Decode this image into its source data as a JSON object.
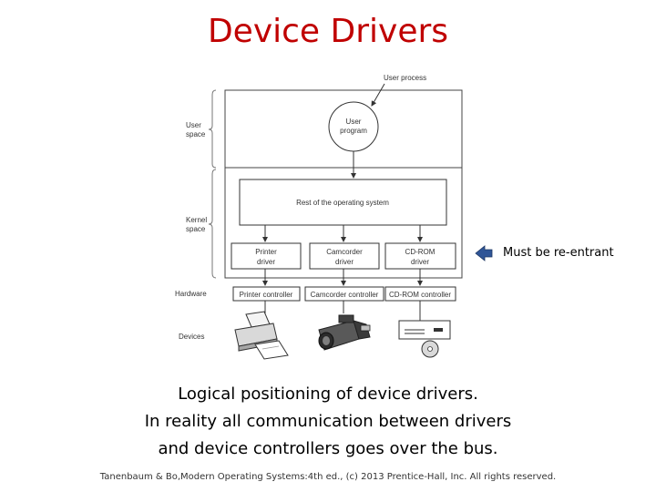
{
  "slide": {
    "title": "Device Drivers",
    "callout": "Must be re-entrant",
    "caption_lines": [
      "Logical positioning of device drivers.",
      "In reality all communication between drivers",
      "and device controllers goes over the bus."
    ],
    "credit": "Tanenbaum & Bo,Modern  Operating Systems:4th ed., (c) 2013 Prentice-Hall, Inc. All rights reserved."
  },
  "diagram": {
    "user_process": "User process",
    "user_program_line1": "User",
    "user_program_line2": "program",
    "rest_of_os": "Rest of the operating system",
    "levels": {
      "user_space_line1": "User",
      "user_space_line2": "space",
      "kernel_space_line1": "Kernel",
      "kernel_space_line2": "space",
      "hardware": "Hardware",
      "devices": "Devices"
    },
    "drivers": [
      {
        "line1": "Printer",
        "line2": "driver"
      },
      {
        "line1": "Camcorder",
        "line2": "driver"
      },
      {
        "line1": "CD-ROM",
        "line2": "driver"
      }
    ],
    "controllers": [
      "Printer controller",
      "Camcorder controller",
      "CD-ROM controller"
    ]
  },
  "colors": {
    "title": "#c00000",
    "callout_arrow": "#2f5597"
  }
}
